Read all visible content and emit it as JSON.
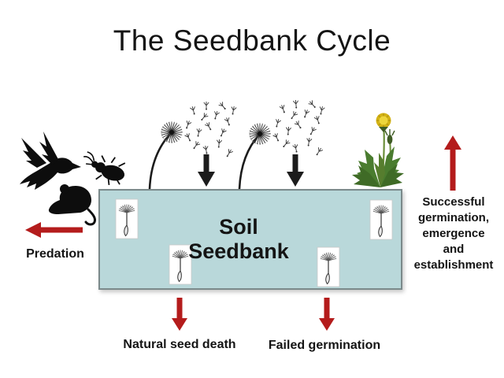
{
  "title": "The Seedbank Cycle",
  "soil_box": {
    "label_line1": "Soil",
    "label_line2": "Seedbank"
  },
  "labels": {
    "predation": "Predation",
    "natural_seed_death": "Natural seed death",
    "failed_germination": "Failed germination",
    "successful_germination": "Successful\ngermination,\nemergence\nand\nestablishment"
  },
  "colors": {
    "background": "#ffffff",
    "soil_box_fill": "#b9d8da",
    "soil_box_border": "#7b8a8b",
    "arrow_red": "#b41c1c",
    "arrow_black": "#1c1c1c",
    "silhouette_black": "#0d0d0d",
    "text": "#141414",
    "dandelion_yellow": "#e3c41c",
    "leaf_green": "#4a7c2f"
  },
  "icons": {
    "bird": "flying-bird-silhouette",
    "beetle": "beetle-silhouette",
    "mouse": "mouse-silhouette",
    "dandelion_seedhead": "dandelion-seed-head-dispersing-seeds",
    "dandelion_plant": "flowering-dandelion-plant",
    "seed_card": "dandelion-seed-illustration-card",
    "red_arrow": "red-flow-arrow",
    "black_arrow": "black-seed-deposit-arrow"
  }
}
